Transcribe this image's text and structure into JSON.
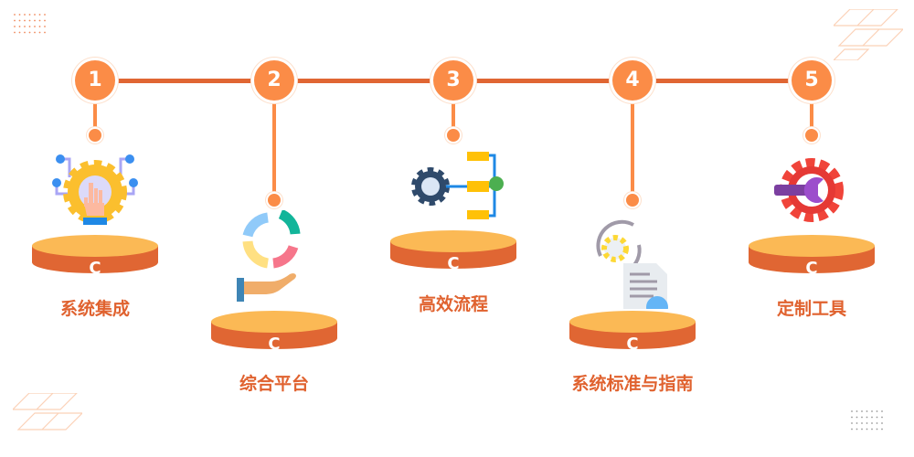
{
  "colors": {
    "accent": "#fb8c47",
    "line": "#e06633",
    "label": "#e0622f",
    "pedestal_top": "#fbb955",
    "pedestal_side": "#e06633"
  },
  "steps": [
    {
      "number": "1",
      "label": "系统集成",
      "icon": "gear-touch-icon"
    },
    {
      "number": "2",
      "label": "综合平台",
      "icon": "cycle-hand-icon"
    },
    {
      "number": "3",
      "label": "高效流程",
      "icon": "gear-flowchart-icon"
    },
    {
      "number": "4",
      "label": "系统标准与指南",
      "icon": "document-sync-icon"
    },
    {
      "number": "5",
      "label": "定制工具",
      "icon": "wrench-gear-icon"
    }
  ]
}
